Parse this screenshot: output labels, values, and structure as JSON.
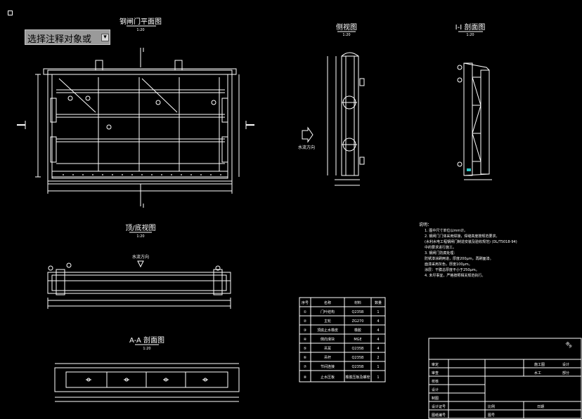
{
  "prompt": {
    "text": "选择注释对象或",
    "button_glyph": "▾"
  },
  "views": {
    "front_title": "钢闸门平面图",
    "front_scale": "1:20",
    "side_title": "侧视图",
    "side_scale": "1:20",
    "section_title": "I-I 剖面图",
    "section_scale": "1:20",
    "top_title": "顶/底视图",
    "top_scale": "1:20",
    "flow_label": "水流方向",
    "aa_title": "A-A 剖面图",
    "aa_scale": "1:20"
  },
  "notes": {
    "heading": "说明：",
    "lines": [
      "1. 图中尺寸单位以mm计。",
      "2. 钢闸门门体采用焊接，焊缝高度按规范要求。",
      "   (水利水电工程钢闸门制造安装及验收规范) (DL/T5018-94)",
      "   中的要求进行施工。",
      "3. 钢闸门防腐处理：",
      "   防锈漆涂刷两道，厚度200μm，再刷面漆。",
      "   面漆采用灰色，厚度100μm。",
      "   涂层：干膜总厚度不小于250μm。",
      "4. 未尽事宜，严格按照相关规范执行。"
    ]
  },
  "parts_table": {
    "headers": [
      "序号",
      "名称",
      "材料",
      "数量"
    ],
    "rows": [
      [
        "①",
        "门叶结构",
        "Q235B",
        "1"
      ],
      [
        "②",
        "主轮",
        "ZG270",
        "4"
      ],
      [
        "③",
        "顶底止水橡皮",
        "橡胶",
        "4"
      ],
      [
        "④",
        "侧向滑块",
        "MGE",
        "4"
      ],
      [
        "⑤",
        "吊耳",
        "Q235B",
        "4"
      ],
      [
        "⑥",
        "吊杆",
        "Q235B",
        "2"
      ],
      [
        "⑦",
        "节间连接",
        "Q235B",
        "1"
      ],
      [
        "⑧",
        "止水压板",
        "橡胶压板及螺栓",
        "1"
      ]
    ]
  },
  "title_block": {
    "left_labels": [
      "审定",
      "审查",
      "校核",
      "设计",
      "制图",
      "设计证号",
      "图纸编号"
    ],
    "right_labels": [
      "施工图",
      "设计",
      "水工",
      "部分"
    ],
    "bottom_labels": [
      "比例",
      "日期",
      "图号"
    ],
    "corner_mark": "图号"
  }
}
